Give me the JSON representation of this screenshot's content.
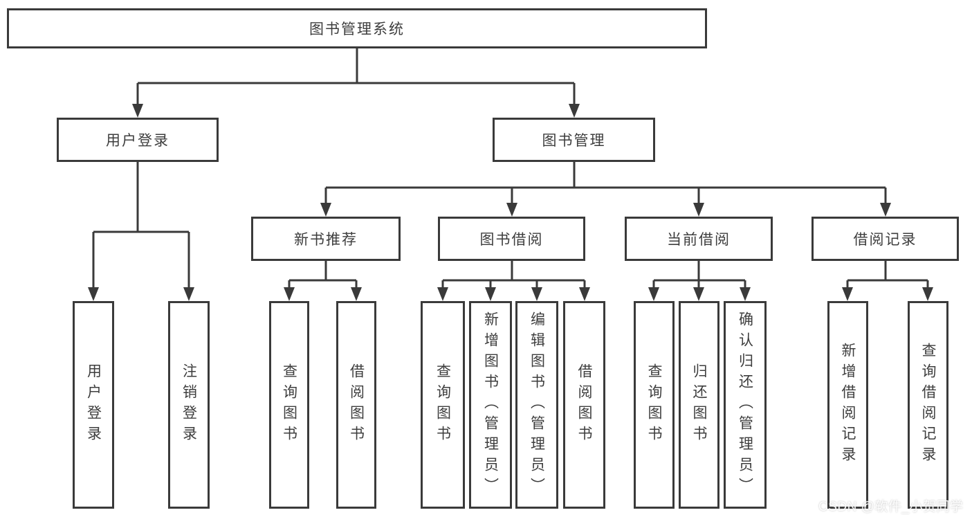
{
  "diagram": {
    "root": {
      "label": "图书管理系统"
    },
    "level2": [
      {
        "label": "用户登录"
      },
      {
        "label": "图书管理"
      }
    ],
    "level3": [
      {
        "label": "新书推荐"
      },
      {
        "label": "图书借阅"
      },
      {
        "label": "当前借阅"
      },
      {
        "label": "借阅记录"
      }
    ],
    "leaves": {
      "user_login": [
        "用户登录",
        "注销登录"
      ],
      "new_book": [
        "查询图书",
        "借阅图书"
      ],
      "book_borrow": [
        "查询图书",
        "新增图书（管理员）",
        "编辑图书（管理员）",
        "借阅图书"
      ],
      "current_borrow": [
        "查询图书",
        "归还图书",
        "确认归还（管理员）"
      ],
      "borrow_records": [
        "新增借阅记录",
        "查询借阅记录"
      ]
    }
  },
  "watermark": "CSDN @软件_小贺同学",
  "colors": {
    "line": "#3a3a3a",
    "text": "#3d3d3d",
    "background": "#ffffff"
  }
}
